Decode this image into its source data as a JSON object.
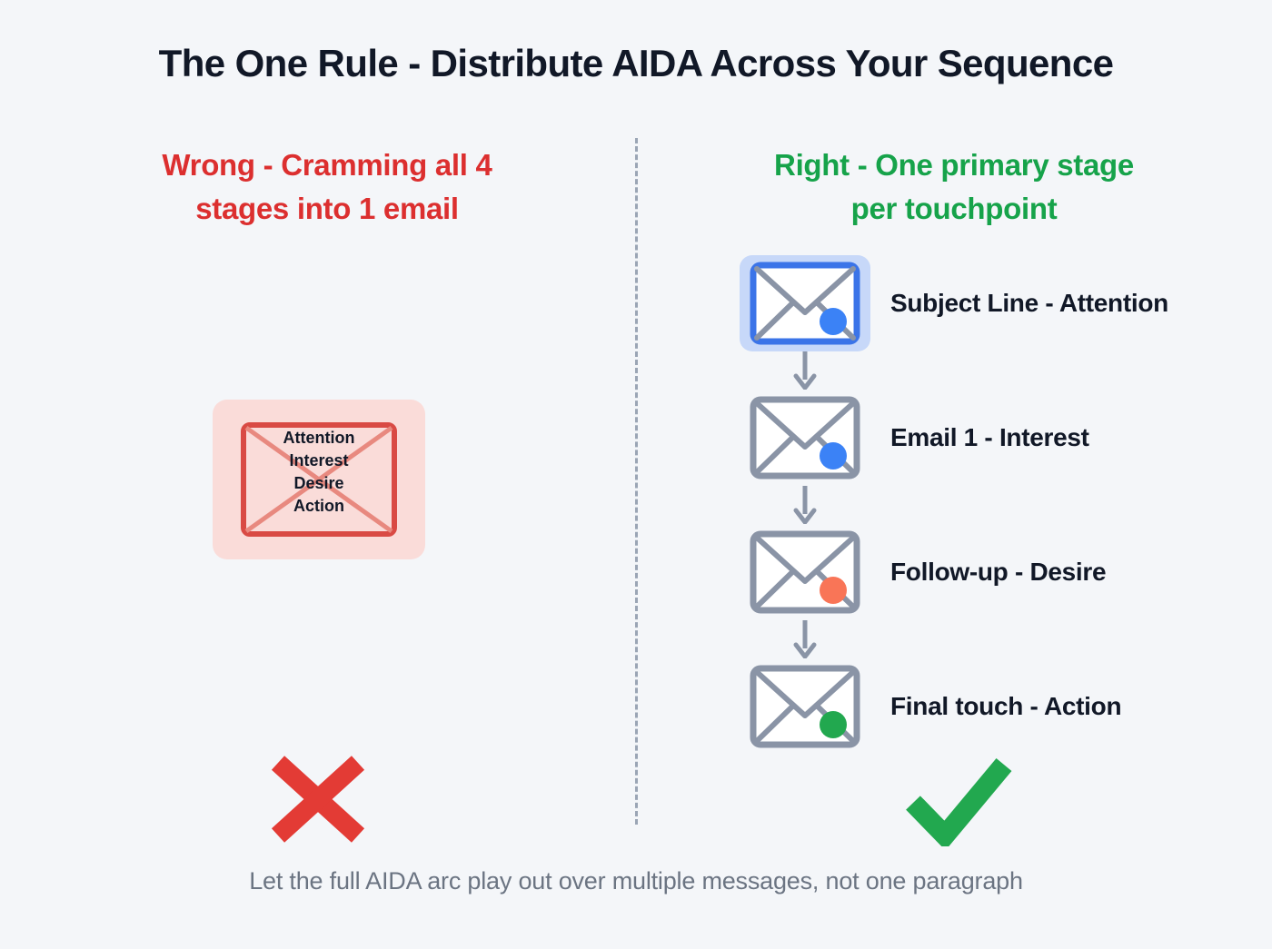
{
  "title": "The One Rule - Distribute AIDA Across Your Sequence",
  "caption": "Let the full AIDA arc play out over multiple messages, not one paragraph",
  "colors": {
    "background": "#f4f6f9",
    "title": "#111827",
    "wrong_red": "#dc2f2f",
    "right_green": "#16a34a",
    "card_pink_bg": "#fadcd9",
    "card_red_border": "#d94a44",
    "envelope_gray": "#8a94a6",
    "highlight_bg": "#c7d8f9",
    "highlight_border": "#3b74e8",
    "dot_blue": "#3b82f6",
    "dot_orange": "#f97557",
    "dot_green": "#22a84f",
    "cross_red": "#e33b35",
    "check_green": "#22a84f",
    "caption_gray": "#6b7482",
    "divider_gray": "#9aa5b5"
  },
  "left": {
    "heading_line1": "Wrong - Cramming all 4",
    "heading_line2": "stages into 1 email",
    "card": {
      "stages": [
        "Attention",
        "Interest",
        "Desire",
        "Action"
      ]
    },
    "mark": "cross-mark"
  },
  "right": {
    "heading_line1": "Right - One primary stage",
    "heading_line2": "per touchpoint",
    "steps": [
      {
        "label": "Subject Line - Attention",
        "dot": "#3b82f6",
        "highlighted": true
      },
      {
        "label": "Email 1 - Interest",
        "dot": "#3b82f6",
        "highlighted": false
      },
      {
        "label": "Follow-up - Desire",
        "dot": "#f97557",
        "highlighted": false
      },
      {
        "label": "Final touch - Action",
        "dot": "#22a84f",
        "highlighted": false
      }
    ],
    "mark": "check-mark"
  }
}
